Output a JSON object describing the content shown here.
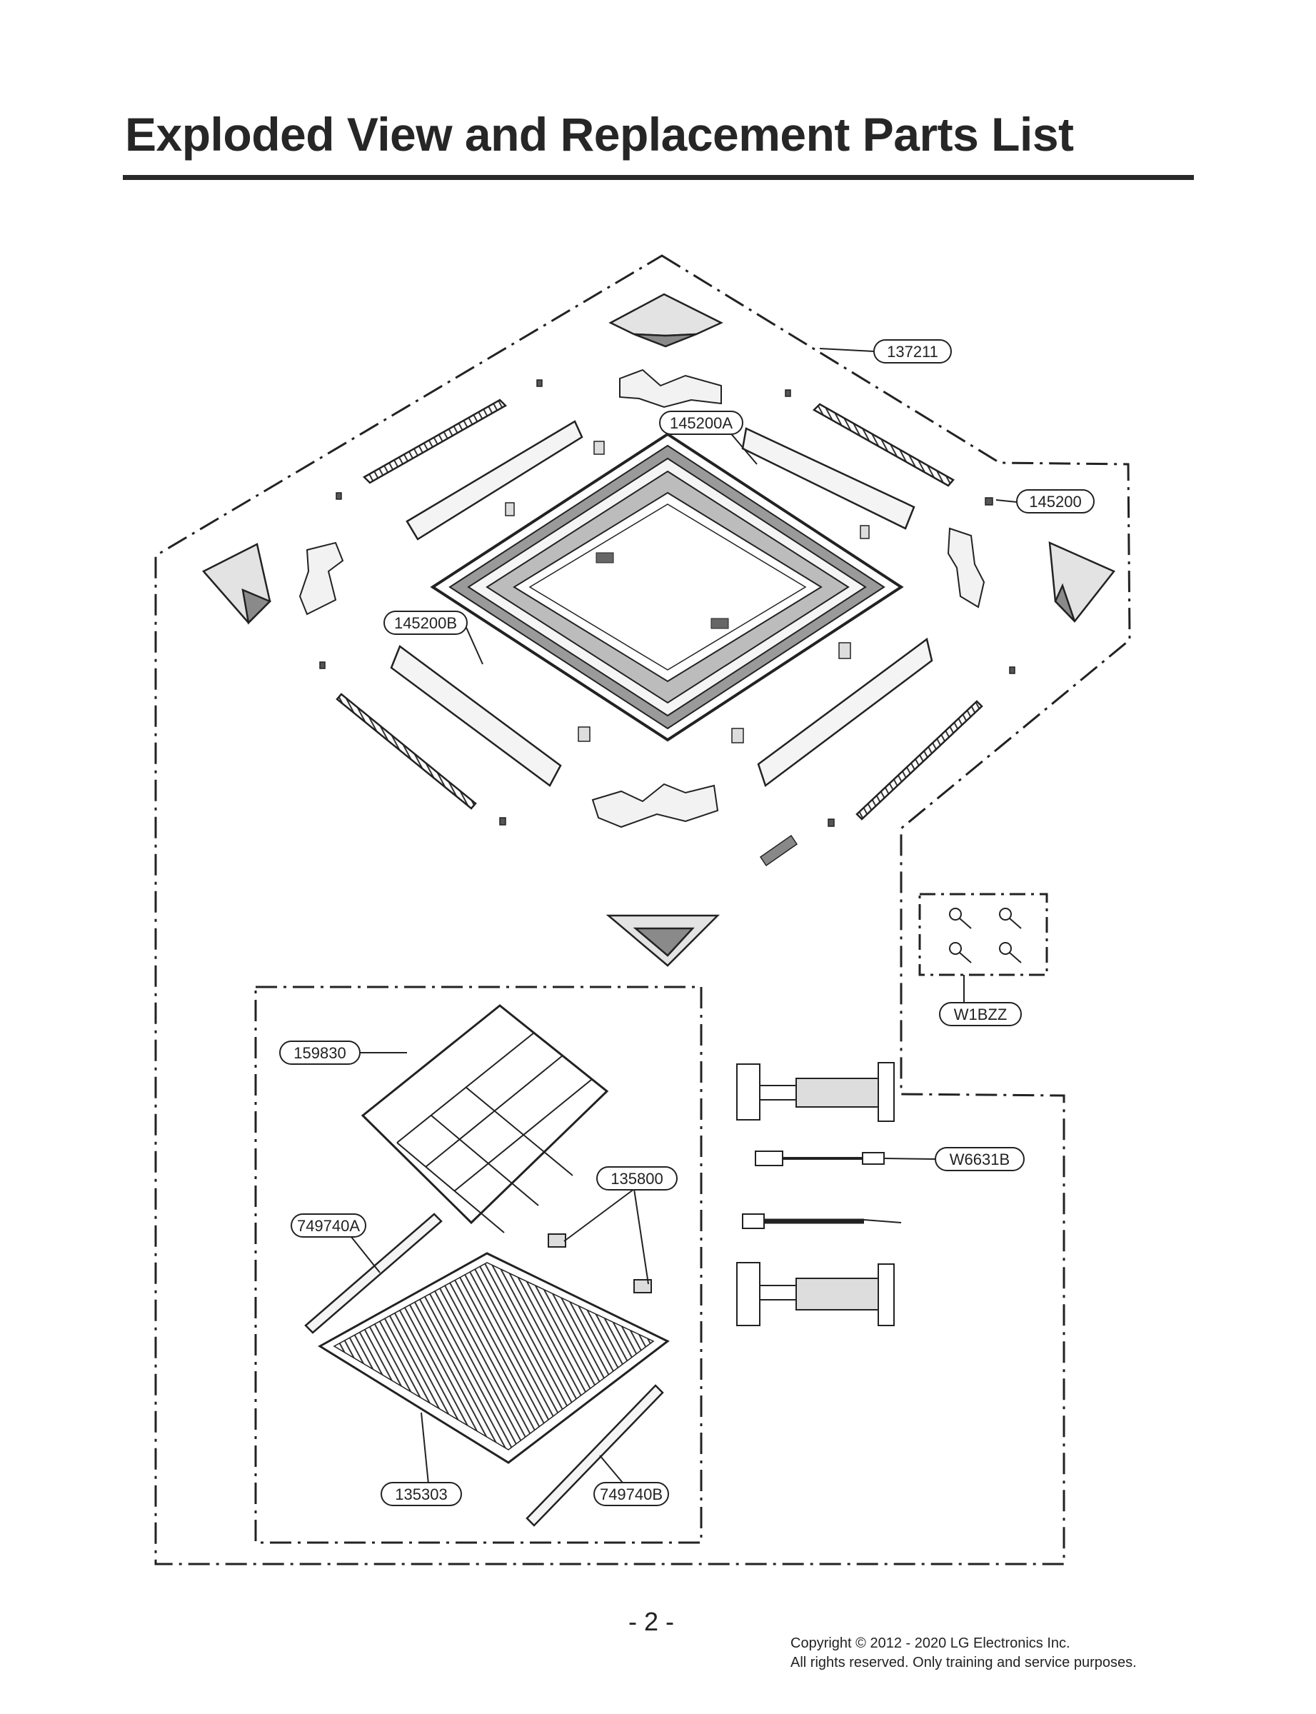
{
  "page": {
    "title": "Exploded View and Replacement Parts List",
    "page_number": "- 2 -",
    "copyright_line1": "Copyright © 2012 - 2020 LG Electronics Inc.",
    "copyright_line2": "All rights reserved. Only training and service purposes."
  },
  "callouts": {
    "c137211": "137211",
    "c145200A": "145200A",
    "c145200": "145200",
    "c145200B": "145200B",
    "cW1BZZ": "W1BZZ",
    "c159830": "159830",
    "c135800": "135800",
    "cW6631B": "W6631B",
    "c749740A": "749740A",
    "c135303": "135303",
    "c749740B": "749740B"
  }
}
